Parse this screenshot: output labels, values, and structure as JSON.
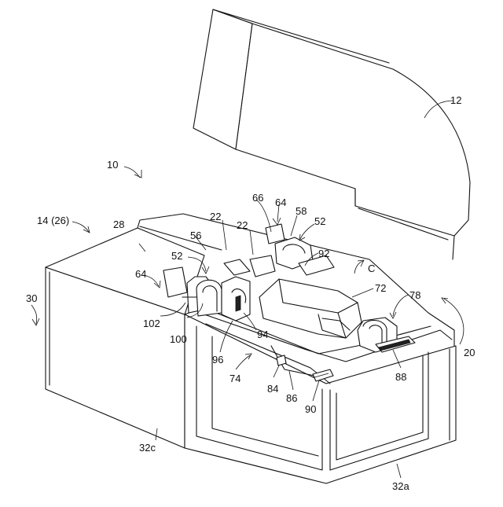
{
  "labels": {
    "l10": "10",
    "l12": "12",
    "l14": "14 (26)",
    "l20": "20",
    "l22a": "22",
    "l22b": "22",
    "l28": "28",
    "l30": "30",
    "l32a": "32a",
    "l32c": "32c",
    "l52a": "52",
    "l52b": "52",
    "l56": "56",
    "l58": "58",
    "l64a": "64",
    "l64b": "64",
    "l66": "66",
    "l72": "72",
    "l74": "74",
    "l78": "78",
    "l84": "84",
    "l86": "86",
    "l88": "88",
    "l90": "90",
    "l92": "92",
    "l94": "94",
    "l96": "96",
    "l100": "100",
    "l102": "102",
    "lC": "C"
  }
}
